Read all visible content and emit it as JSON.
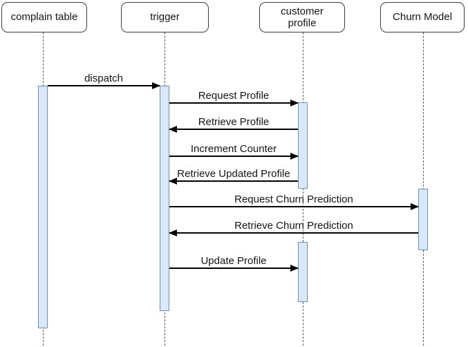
{
  "diagram": {
    "type": "uml-sequence",
    "actors": [
      {
        "name": "complain table"
      },
      {
        "name": "trigger"
      },
      {
        "name": "customer profile"
      },
      {
        "name": "Churn Model"
      }
    ],
    "messages": [
      {
        "label": "dispatch",
        "from": "complain table",
        "to": "trigger",
        "direction": "right"
      },
      {
        "label": "Request Profile",
        "from": "trigger",
        "to": "customer profile",
        "direction": "right"
      },
      {
        "label": "Retrieve Profile",
        "from": "customer profile",
        "to": "trigger",
        "direction": "left"
      },
      {
        "label": "Increment Counter",
        "from": "trigger",
        "to": "customer profile",
        "direction": "right"
      },
      {
        "label": "Retrieve Updated Profile",
        "from": "customer profile",
        "to": "trigger",
        "direction": "left"
      },
      {
        "label": "Request Churn Prediction",
        "from": "trigger",
        "to": "Churn Model",
        "direction": "right"
      },
      {
        "label": "Retrieve Churn Prediction",
        "from": "Churn Model",
        "to": "trigger",
        "direction": "left"
      },
      {
        "label": "Update Profile",
        "from": "trigger",
        "to": "customer profile",
        "direction": "right"
      }
    ],
    "activations": [
      {
        "actor": "complain table"
      },
      {
        "actor": "trigger"
      },
      {
        "actor": "customer profile"
      },
      {
        "actor": "Churn Model"
      },
      {
        "actor": "customer profile"
      }
    ],
    "colors": {
      "activation_fill": "#dae8fc",
      "activation_border": "#6c8ebf",
      "line": "#000000",
      "lifeline": "#5e5e5e"
    }
  }
}
